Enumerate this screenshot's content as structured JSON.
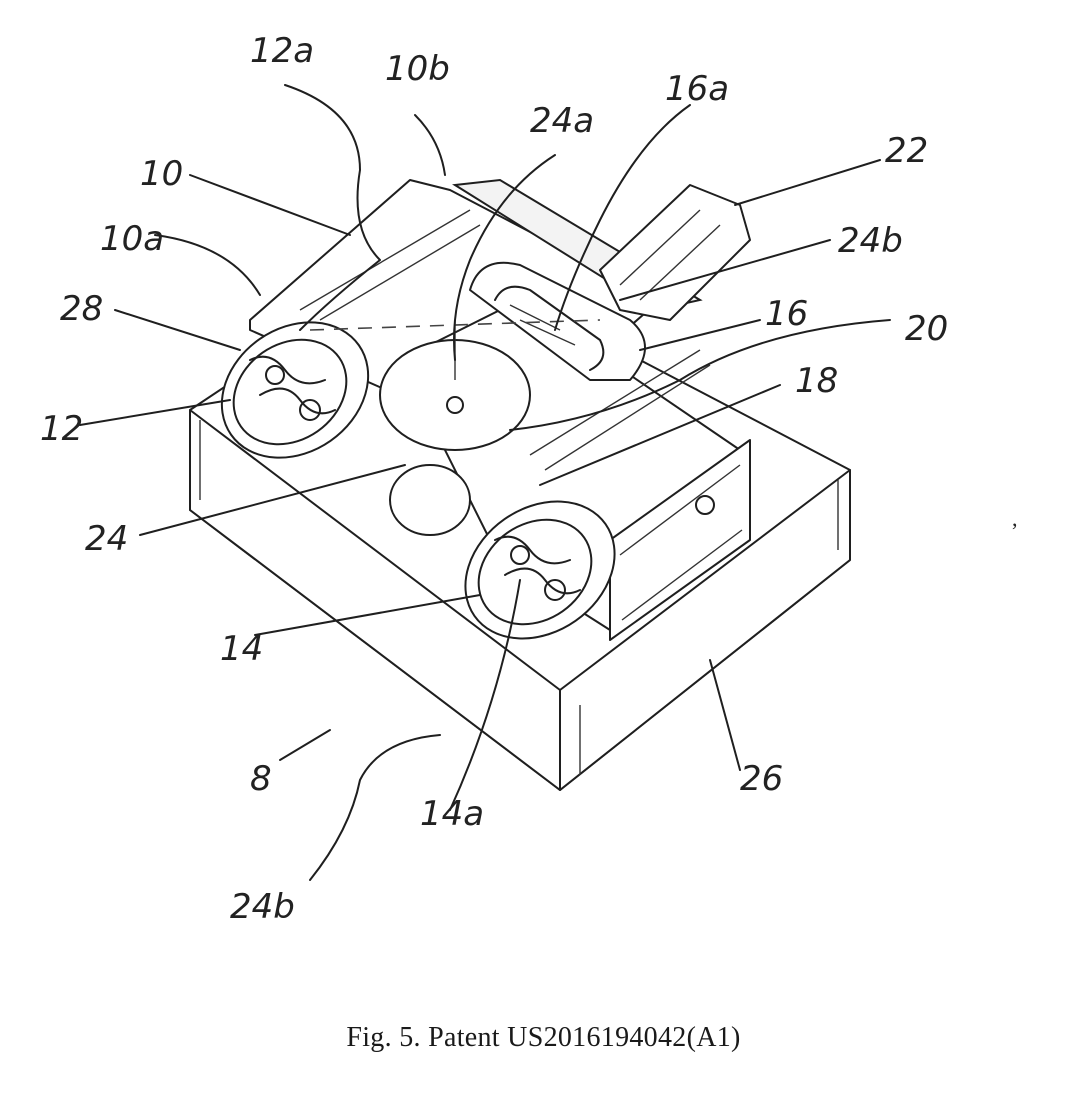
{
  "caption": "Fig. 5.  Patent US2016194042(A1)",
  "stray_mark": ",",
  "reference_labels": {
    "l12a": "12a",
    "l10b": "10b",
    "l16a": "16a",
    "l24a": "24a",
    "l22": "22",
    "l10": "10",
    "l24b_top": "24b",
    "l10a": "10a",
    "l28": "28",
    "l16": "16",
    "l20": "20",
    "l18": "18",
    "l12": "12",
    "l24": "24",
    "l14": "14",
    "l8": "8",
    "l26": "26",
    "l14a": "14a",
    "l24b_bottom": "24b"
  }
}
